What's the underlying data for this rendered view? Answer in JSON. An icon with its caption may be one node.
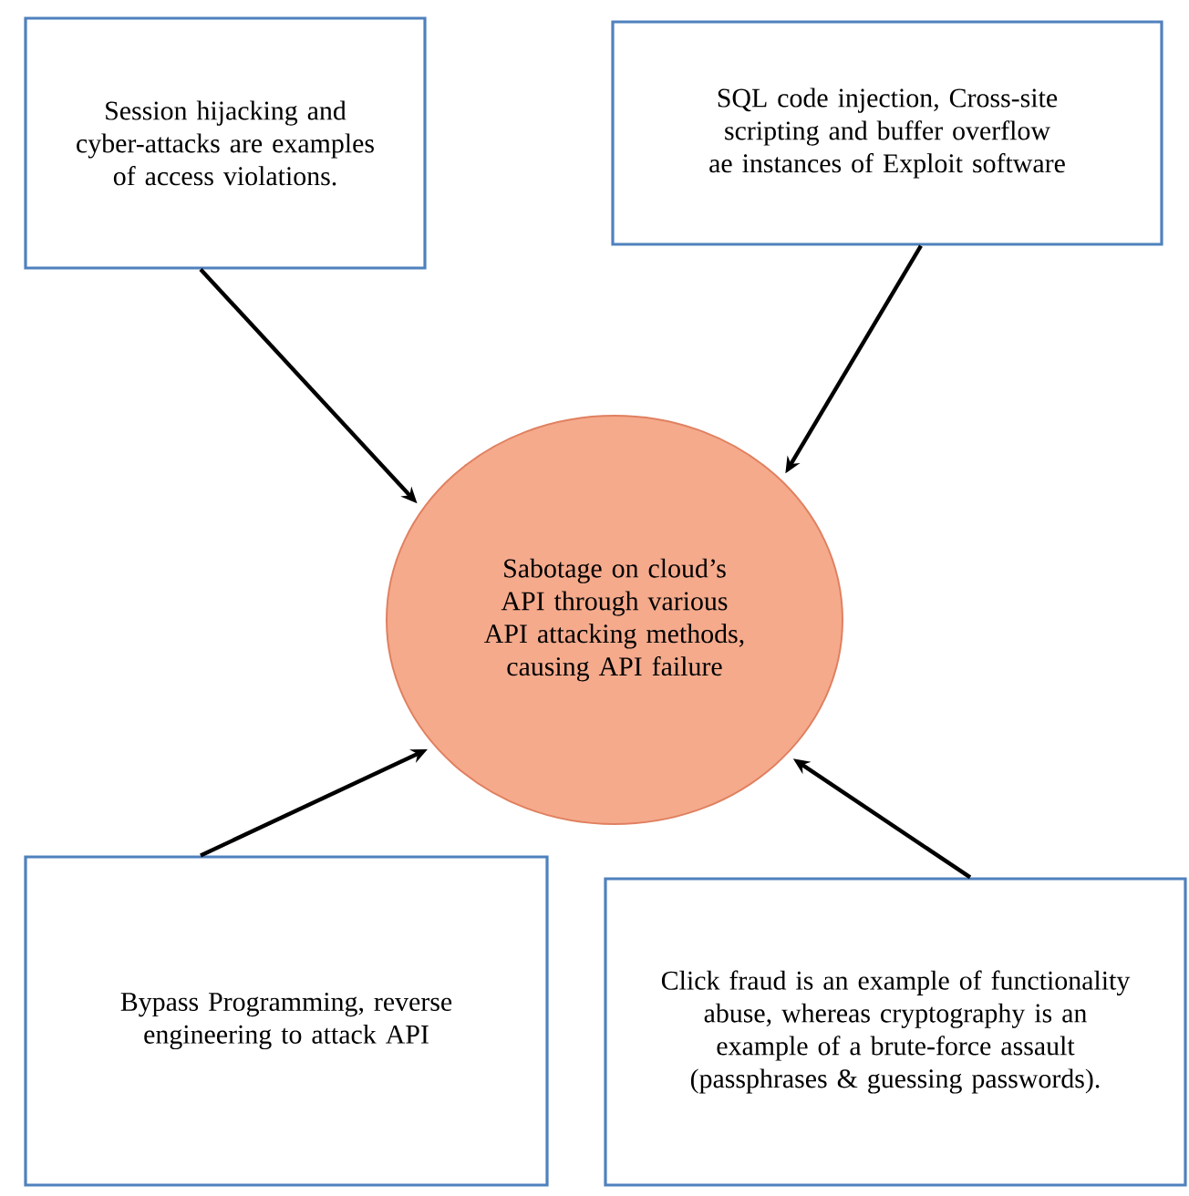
{
  "diagram": {
    "nodes": [
      {
        "text": [
          "Session hijacking and cyber-attacks are examples of access violations."
        ]
      },
      {
        "text": [
          "SQL code injection, Cross-site scripting and buffer overflow ae instances of Exploit software"
        ]
      },
      {
        "text": [
          "Sabotage on cloud’s API through various API attacking methods, causing API failure"
        ]
      },
      {
        "text": [
          "Bypass Programming, reverse engineering to attack API"
        ]
      },
      {
        "text": [
          "Click fraud is an example of functionality abuse, whereas cryptography is an example of a brute-force assault (passphrases & guessing passwords)."
        ]
      }
    ],
    "edges": [
      {
        "from": 0,
        "to": 2,
        "arrow": "to"
      },
      {
        "from": 1,
        "to": 2,
        "arrow": "to"
      },
      {
        "from": 3,
        "to": 2,
        "arrow": "to"
      },
      {
        "from": 4,
        "to": 2,
        "arrow": "to"
      }
    ]
  }
}
